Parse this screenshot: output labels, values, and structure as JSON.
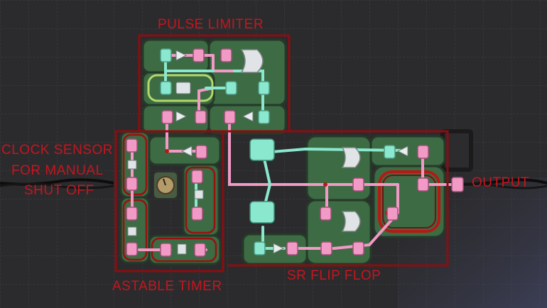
{
  "labels": {
    "pulse_limiter": "PULSE LIMITER",
    "clock_sensor_line1": "CLOCK SENSOR",
    "clock_sensor_line2": "FOR MANUAL",
    "clock_sensor_line3": "SHUT OFF",
    "astable_timer": "ASTABLE TIMER",
    "sr_flip_flop": "SR FLIP FLOP",
    "output": "OUTPUT"
  },
  "colors": {
    "background": "#2a2a2c",
    "grid": "#3a3a3e",
    "tile": "#3d6b44",
    "tile_edge": "#253a29",
    "wire_active": "#f29ac6",
    "wire_inactive": "#8ae8cf",
    "group_outline": "#8c0d10",
    "label": "#c8141e",
    "highlight": "#b4d86a"
  },
  "icons": [
    "not-gate-icon",
    "and-gate-icon",
    "or-gate-icon",
    "buffer-gate-icon",
    "filter-gate-icon",
    "memory-toggle-icon",
    "clock-sensor-icon",
    "port-icon"
  ]
}
